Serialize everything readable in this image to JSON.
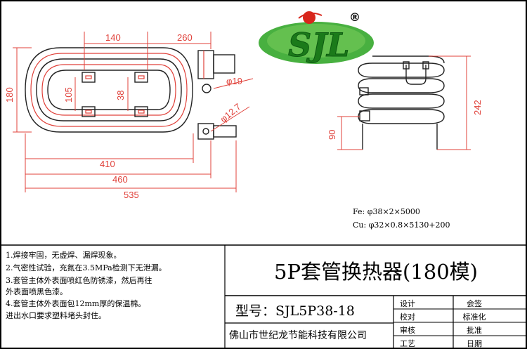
{
  "logo": {
    "text": "SJL",
    "trademark": "®"
  },
  "dims_plan": {
    "d140": "140",
    "d260": "260",
    "d180": "180",
    "d105": "105",
    "d38": "38",
    "d410": "410",
    "d460": "460",
    "d535": "535",
    "phi19": "φ19",
    "phi12_7": "φ12,7"
  },
  "dims_side": {
    "d242": "242",
    "d90": "90"
  },
  "specs": [
    "Fe:  φ38×2×5000",
    "Cu:  φ32×0.8×5130+200"
  ],
  "notes": [
    "1.焊接牢固，无虚焊、漏焊现象。",
    "2.气密性试验，充氮在3.5MPa检测下无泄漏。",
    "3.套管主体外表面喷红色防锈漆，然后再往",
    "外表面喷黑色漆。",
    "4.套管主体外表面包12mm厚的保温棉。",
    "进出水口要求塑料堵头封住。"
  ],
  "titleblock": {
    "title": "5P套管换热器(180模)",
    "model": "型号：SJL5P38-18",
    "company": "佛山市世纪龙节能科技有限公司",
    "labels": [
      "设计",
      "校对",
      "审核",
      "工艺"
    ],
    "labels2": [
      "会签",
      "标准化",
      "批准",
      "日期"
    ]
  },
  "colors": {
    "dimension": "#e0413a",
    "logo_green": "#3aa635",
    "logo_red": "#d8261c"
  }
}
